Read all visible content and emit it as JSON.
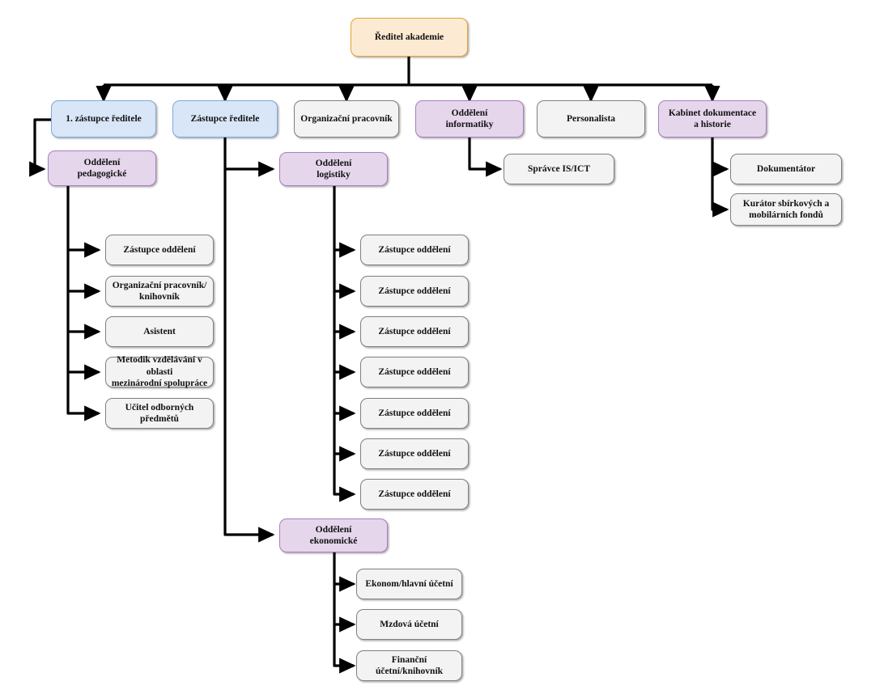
{
  "diagram": {
    "title": "Organizacni struktura akademie",
    "colors": {
      "orange_fill": "#fdead2",
      "orange_border": "#e5a33c",
      "blue_fill": "#d8e6f8",
      "blue_border": "#7fa9d8",
      "purple_fill": "#e5d6ec",
      "purple_border": "#a97fc0",
      "grey_fill": "#f3f3f3",
      "grey_border": "#808080",
      "connector": "#000000",
      "background": "#ffffff"
    }
  },
  "nodes": {
    "director": "Ředitel akademie",
    "deputy1": "1. zástupce ředitele",
    "deputy2": "Zástupce ředitele",
    "org_worker": "Organizační pracovník",
    "dept_it": "Oddělení\ninformatiky",
    "hr": "Personalista",
    "cabinet": "Kabinet dokumentace\na historie",
    "dept_pedagogical": "Oddělení\npedagogické",
    "dept_logistics": "Oddělení\nlogistiky",
    "dept_economic": "Oddělení\nekonomické",
    "is_ict_admin": "Správce IS/ICT",
    "documentarist": "Dokumentátor",
    "curator": "Kurátor sbírkových a\nmobilárních fondů"
  },
  "pedagogical_children": [
    "Zástupce oddělení",
    "Organizační pracovník/\nknihovník",
    "Asistent",
    "Metodik vzdělávání v oblasti\nmezinárodní spolupráce",
    "Učitel odborných předmětů"
  ],
  "logistics_children": [
    "Zástupce oddělení",
    "Zástupce oddělení",
    "Zástupce oddělení",
    "Zástupce oddělení",
    "Zástupce oddělení",
    "Zástupce oddělení",
    "Zástupce oddělení"
  ],
  "economic_children": [
    "Ekonom/hlavní účetní",
    "Mzdová účetní",
    "Finanční účetní/knihovník"
  ]
}
